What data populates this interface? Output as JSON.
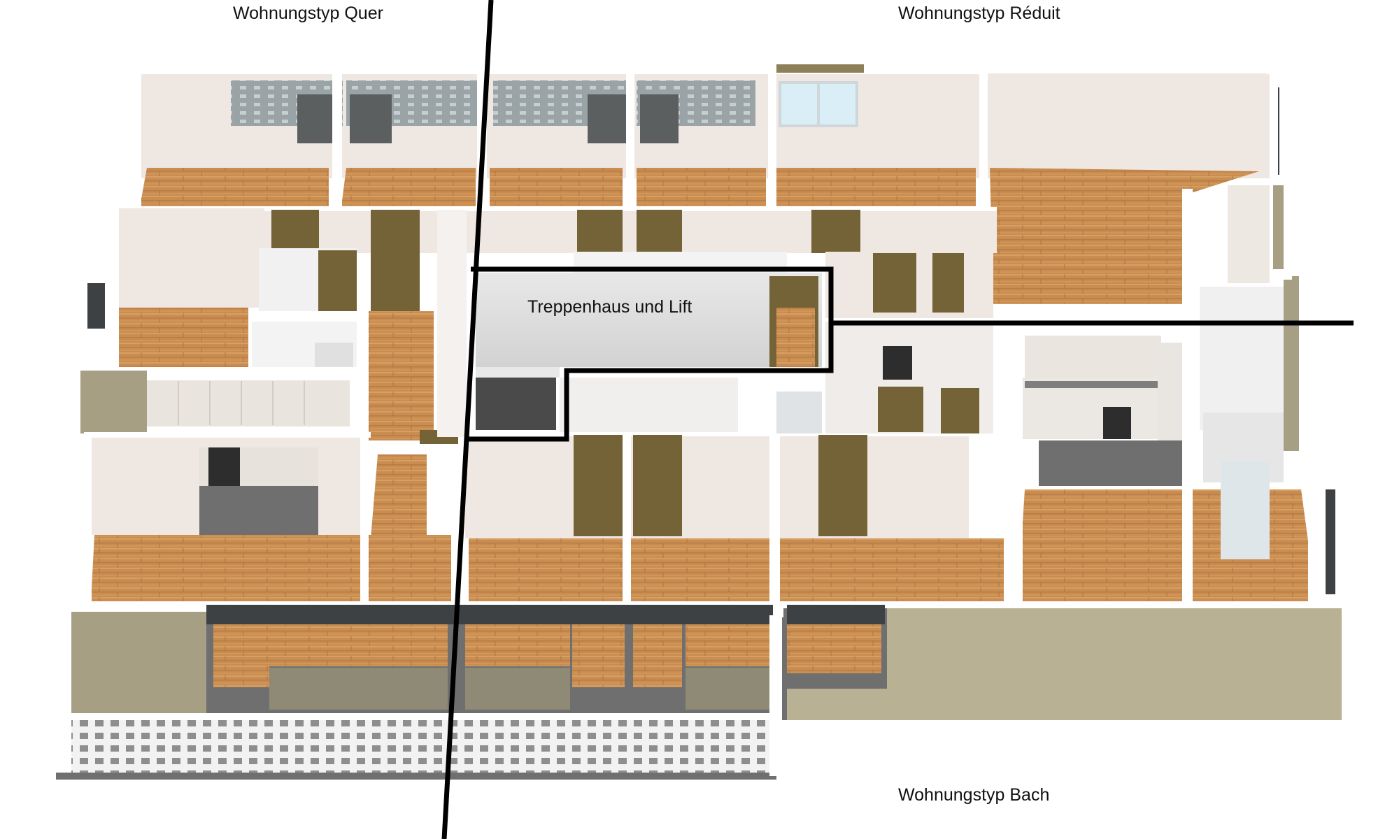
{
  "labels": {
    "quer": "Wohnungstyp Quer",
    "reduit": "Wohnungstyp Réduit",
    "treppenhaus": "Treppenhaus und Lift",
    "bach": "Wohnungstyp Bach"
  },
  "colors": {
    "floor_wood": "#c98c51",
    "floor_wood_light": "#d9a56b",
    "wall_top": "#ffffff",
    "wall_face": "#efe7e2",
    "wall_shade": "#ddd2cc",
    "door": "#756338",
    "olive_wall": "#a79f84",
    "tile": "#7b7b7b",
    "glass": "#d9eef6",
    "window_frame": "#3e4144",
    "divider_line": "#000000",
    "label_text": "#111111"
  },
  "icons": {
    "kitchen": "kitchen-unit",
    "stove": "stove-icon",
    "window": "window-icon",
    "door": "door-icon"
  }
}
